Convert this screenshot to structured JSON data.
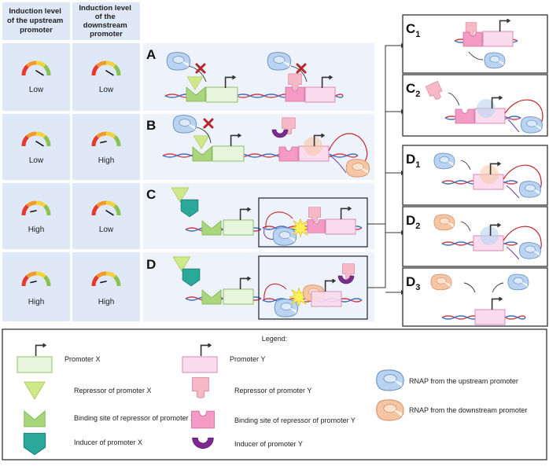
{
  "table": {
    "header_upstream": [
      "Induction level",
      "of the upstream",
      "promoter"
    ],
    "header_downstream": [
      "Induction level",
      "of the",
      "downstream",
      "promoter"
    ],
    "rows": [
      {
        "upstream": "Low",
        "downstream": "Low",
        "upstream_level": 0.85,
        "downstream_level": 0.85
      },
      {
        "upstream": "Low",
        "downstream": "High",
        "upstream_level": 0.85,
        "downstream_level": 0.25
      },
      {
        "upstream": "High",
        "downstream": "Low",
        "upstream_level": 0.25,
        "downstream_level": 0.85
      },
      {
        "upstream": "High",
        "downstream": "High",
        "upstream_level": 0.25,
        "downstream_level": 0.25
      }
    ]
  },
  "panels": {
    "A": "A",
    "B": "B",
    "C": "C",
    "D": "D",
    "C1": "C",
    "C1_sub": "1",
    "C2": "C",
    "C2_sub": "2",
    "D1": "D",
    "D1_sub": "1",
    "D2": "D",
    "D2_sub": "2",
    "D3": "D",
    "D3_sub": "3"
  },
  "legend": {
    "title": "Legend:",
    "items": {
      "promoter_x": "Promoter X",
      "repressor_x": "Repressor of promoter X",
      "binding_x": "Binding site of repressor of promoter X",
      "inducer_x": "Inducer of promoter X",
      "promoter_y": "Promoter Y",
      "repressor_y": "Repressor of promoter Y",
      "binding_y": "Binding site of repressor of promoter Y",
      "inducer_y": "Inducer of promoter Y",
      "rnap_up": "RNAP from the upstream promoter",
      "rnap_down": "RNAP from the downstream promoter"
    }
  },
  "colors": {
    "promoter_x": "#e8f5dd",
    "repressor_x": "#cfe88a",
    "binding_x": "#a9d67a",
    "inducer_x": "#2aa89a",
    "promoter_y": "#fbdcef",
    "repressor_y": "#f7b9c8",
    "binding_y": "#f49ac5",
    "inducer_y": "#7b2a8e",
    "rnap_up": "#b9d3f0",
    "rnap_down": "#f6c6a4",
    "cell_bg": "#dfe8f7",
    "panel_bg": "#eef2fa"
  }
}
